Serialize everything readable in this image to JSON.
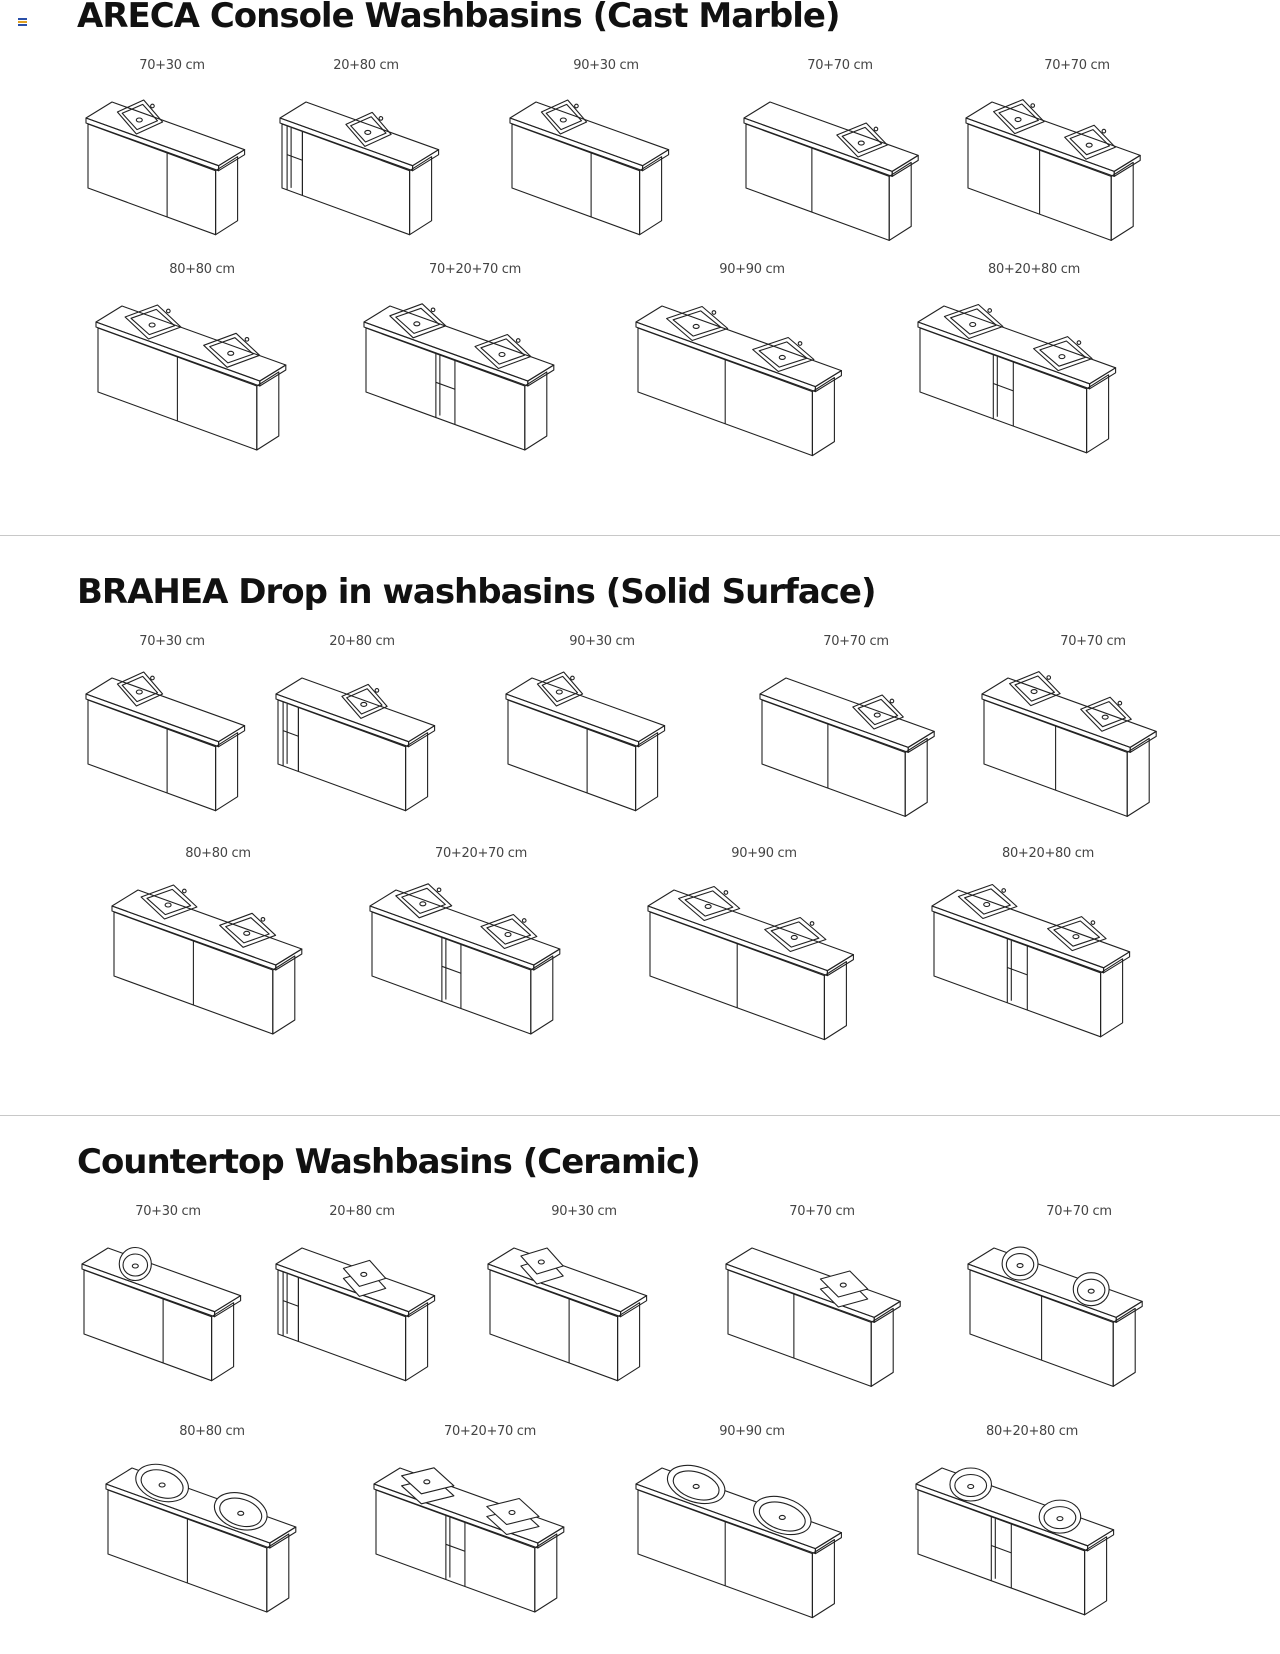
{
  "sections": [
    {
      "title": "ARECA Console Washbasins (Cast Marble)",
      "basin_style": "console",
      "items": [
        {
          "label": "70+30 cm",
          "variant": "single-left"
        },
        {
          "label": "20+80 cm",
          "variant": "shelf-left"
        },
        {
          "label": "90+30 cm",
          "variant": "single-left"
        },
        {
          "label": "70+70 cm",
          "variant": "single-right"
        },
        {
          "label": "70+70 cm",
          "variant": "double"
        },
        {
          "label": "80+80 cm",
          "variant": "double"
        },
        {
          "label": "70+20+70 cm",
          "variant": "double-shelf"
        },
        {
          "label": "90+90 cm",
          "variant": "double"
        },
        {
          "label": "80+20+80 cm",
          "variant": "double-shelf"
        }
      ]
    },
    {
      "title": "BRAHEA Drop in washbasins (Solid Surface)",
      "basin_style": "drop-in",
      "items": [
        {
          "label": "70+30 cm",
          "variant": "single-left"
        },
        {
          "label": "20+80 cm",
          "variant": "shelf-left"
        },
        {
          "label": "90+30 cm",
          "variant": "single-left"
        },
        {
          "label": "70+70 cm",
          "variant": "single-right"
        },
        {
          "label": "70+70 cm",
          "variant": "double"
        },
        {
          "label": "80+80 cm",
          "variant": "double"
        },
        {
          "label": "70+20+70 cm",
          "variant": "double-shelf"
        },
        {
          "label": "90+90 cm",
          "variant": "double"
        },
        {
          "label": "80+20+80 cm",
          "variant": "double-shelf"
        }
      ]
    },
    {
      "title": "Countertop Washbasins (Ceramic)",
      "basin_style": "countertop",
      "items": [
        {
          "label": "70+30 cm",
          "variant": "single-left",
          "bowl": "round"
        },
        {
          "label": "20+80 cm",
          "variant": "shelf-left",
          "bowl": "rect"
        },
        {
          "label": "90+30 cm",
          "variant": "single-left",
          "bowl": "rect"
        },
        {
          "label": "70+70 cm",
          "variant": "single-right",
          "bowl": "rect"
        },
        {
          "label": "70+70 cm",
          "variant": "double",
          "bowl": "round"
        },
        {
          "label": "80+80 cm",
          "variant": "double",
          "bowl": "oval"
        },
        {
          "label": "70+20+70 cm",
          "variant": "double-shelf",
          "bowl": "rect"
        },
        {
          "label": "90+90 cm",
          "variant": "double",
          "bowl": "oval"
        },
        {
          "label": "80+20+80 cm",
          "variant": "double-shelf",
          "bowl": "round"
        }
      ]
    }
  ]
}
